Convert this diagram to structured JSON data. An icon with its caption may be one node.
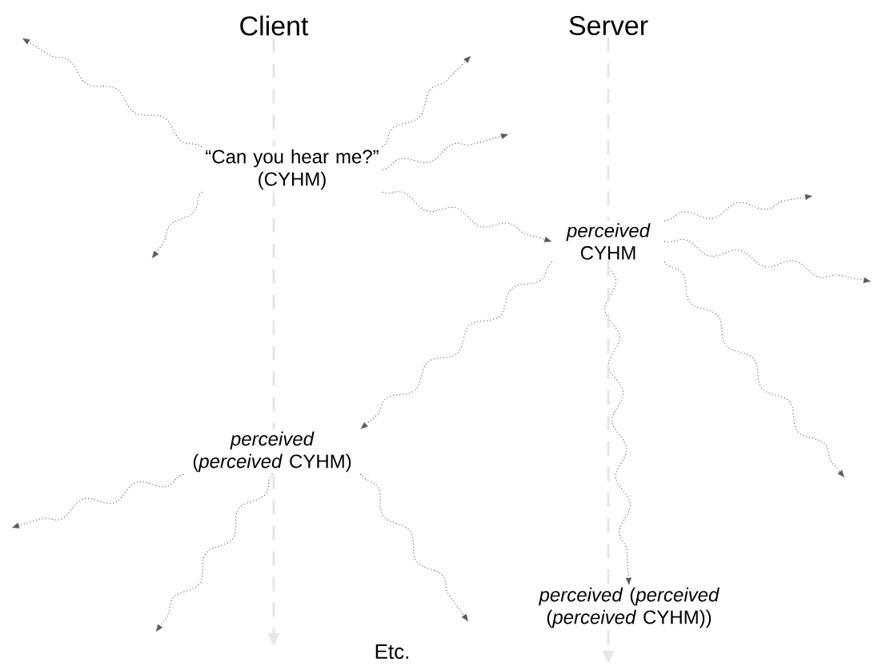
{
  "diagram": {
    "nodes": [
      {
        "text": [
          "Client"
        ]
      },
      {
        "text": [
          "Server"
        ]
      },
      {
        "text": [
          "“Can you hear me?”",
          "(CYHM)"
        ]
      },
      {
        "text": [
          "*perceived* CYHM"
        ]
      },
      {
        "text": [
          "*perceived* (*perceived* CYHM)"
        ]
      },
      {
        "text": [
          "*perceived* (*perceived* (*perceived* CYHM))"
        ]
      }
    ],
    "edges": [
      {
        "from": 2,
        "to": null,
        "arrow": "to"
      },
      {
        "from": 2,
        "to": null,
        "arrow": "to"
      },
      {
        "from": 2,
        "to": null,
        "arrow": "to"
      },
      {
        "from": 2,
        "to": null,
        "arrow": "to"
      },
      {
        "from": 2,
        "to": 3,
        "arrow": "to"
      },
      {
        "from": 3,
        "to": null,
        "arrow": "to"
      },
      {
        "from": 3,
        "to": null,
        "arrow": "to"
      },
      {
        "from": 3,
        "to": 4,
        "arrow": "to"
      },
      {
        "from": 3,
        "to": 5,
        "arrow": "to"
      },
      {
        "from": 3,
        "to": null,
        "arrow": "to"
      },
      {
        "from": 4,
        "to": null,
        "arrow": "to"
      },
      {
        "from": 4,
        "to": null,
        "arrow": "to"
      },
      {
        "from": 4,
        "to": null,
        "arrow": "to"
      },
      {
        "from": 0,
        "to": null,
        "arrow": "to",
        "style": "dashed",
        "color": "#e6e6e6"
      },
      {
        "from": 1,
        "to": null,
        "arrow": "to",
        "style": "dashed",
        "color": "#e6e6e6"
      }
    ],
    "labels": [
      "Etc."
    ]
  }
}
